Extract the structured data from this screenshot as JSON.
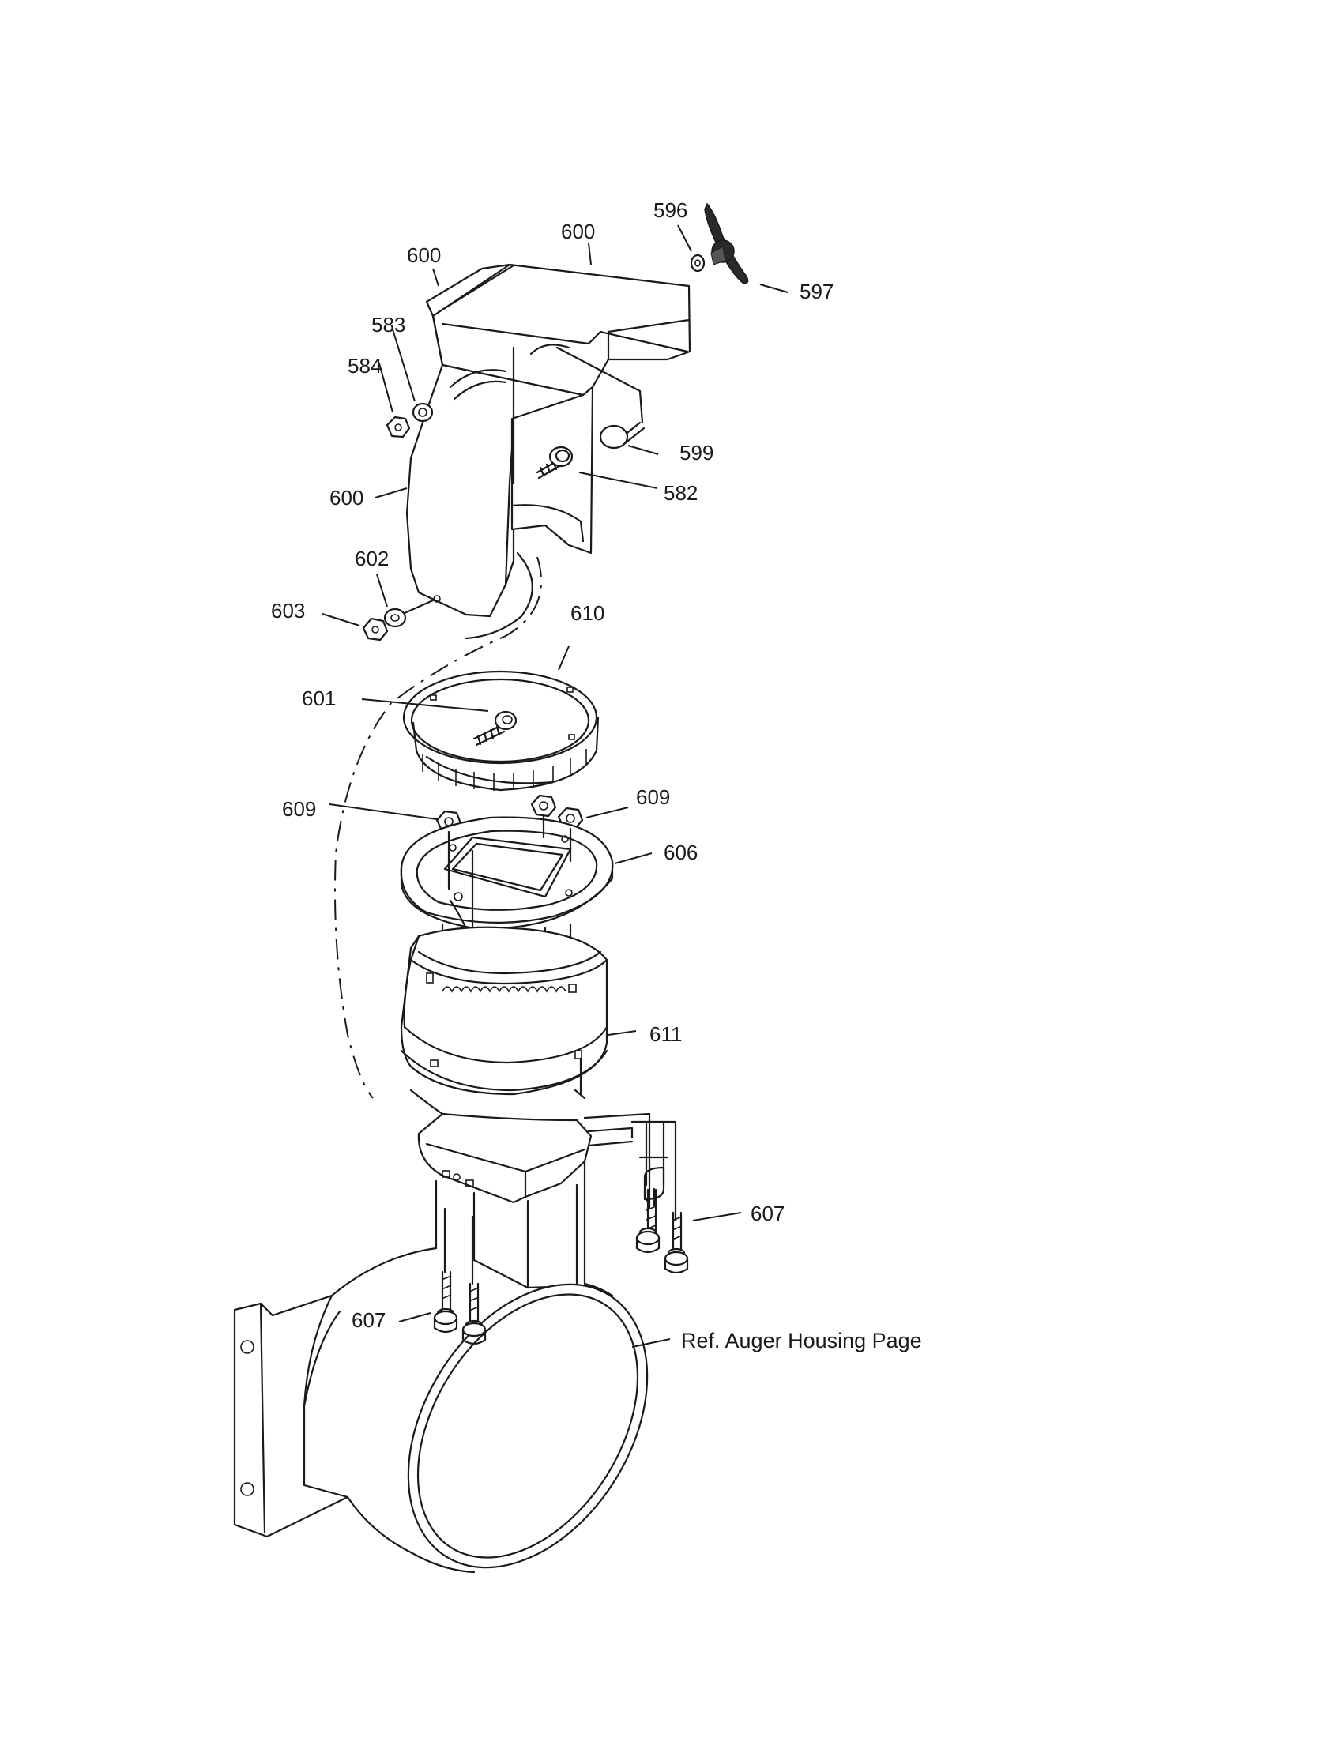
{
  "callouts": [
    {
      "id": "c596",
      "text": "596"
    },
    {
      "id": "c600a",
      "text": "600"
    },
    {
      "id": "c600b",
      "text": "600"
    },
    {
      "id": "c597",
      "text": "597"
    },
    {
      "id": "c583",
      "text": "583"
    },
    {
      "id": "c584",
      "text": "584"
    },
    {
      "id": "c599",
      "text": "599"
    },
    {
      "id": "c582",
      "text": "582"
    },
    {
      "id": "c600c",
      "text": "600"
    },
    {
      "id": "c602",
      "text": "602"
    },
    {
      "id": "c603",
      "text": "603"
    },
    {
      "id": "c610",
      "text": "610"
    },
    {
      "id": "c601",
      "text": "601"
    },
    {
      "id": "c609a",
      "text": "609"
    },
    {
      "id": "c609b",
      "text": "609"
    },
    {
      "id": "c606",
      "text": "606"
    },
    {
      "id": "c611",
      "text": "611"
    },
    {
      "id": "c607a",
      "text": "607"
    },
    {
      "id": "c607b",
      "text": "607"
    }
  ],
  "reference_note": "Ref. Auger Housing Page"
}
